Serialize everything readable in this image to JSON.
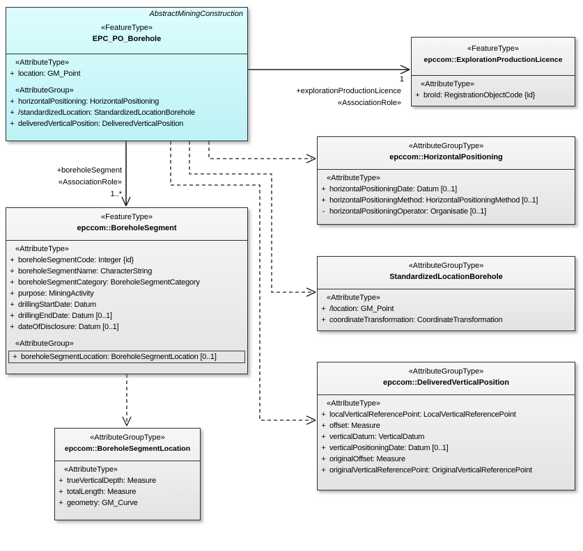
{
  "classes": {
    "borehole": {
      "annotation": "AbstractMiningConstruction",
      "stereotype": "«FeatureType»",
      "name": "EPC_PO_Borehole",
      "h1": "«AttributeType»",
      "h2": "«AttributeGroup»",
      "rows1": [
        {
          "v": "+",
          "t": "location: GM_Point"
        }
      ],
      "rows2": [
        {
          "v": "+",
          "t": "horizontalPositioning: HorizontalPositioning"
        },
        {
          "v": "+",
          "t": "/standardizedLocation: StandardizedLocationBorehole"
        },
        {
          "v": "+",
          "t": "deliveredVerticalPosition: DeliveredVerticalPosition"
        }
      ]
    },
    "licence": {
      "stereotype": "«FeatureType»",
      "name": "epccom::ExplorationProductionLicence",
      "h1": "«AttributeType»",
      "rows1": [
        {
          "v": "+",
          "t": "broId: RegistrationObjectCode {id}"
        }
      ]
    },
    "horizontal": {
      "stereotype": "«AttributeGroupType»",
      "name": "epccom::HorizontalPositioning",
      "h1": "«AttributeType»",
      "rows1": [
        {
          "v": "+",
          "t": "horizontalPositioningDate: Datum [0..1]"
        },
        {
          "v": "+",
          "t": "horizontalPositioningMethod: HorizontalPositioningMethod [0..1]"
        },
        {
          "v": "-",
          "t": "horizontalPositioningOperator: Organisatie [0..1]"
        }
      ]
    },
    "standardized": {
      "stereotype": "«AttributeGroupType»",
      "name": "StandardizedLocationBorehole",
      "h1": "«AttributeType»",
      "rows1": [
        {
          "v": "+",
          "t": "/location: GM_Point"
        },
        {
          "v": "+",
          "t": "coordinateTransformation: CoordinateTransformation"
        }
      ]
    },
    "delivered": {
      "stereotype": "«AttributeGroupType»",
      "name": "epccom::DeliveredVerticalPosition",
      "h1": "«AttributeType»",
      "rows1": [
        {
          "v": "+",
          "t": "localVerticalReferencePoint: LocalVerticalReferencePoint"
        },
        {
          "v": "+",
          "t": "offset: Measure"
        },
        {
          "v": "+",
          "t": "verticalDatum: VerticalDatum"
        },
        {
          "v": "+",
          "t": "verticalPositioningDate: Datum [0..1]"
        },
        {
          "v": "+",
          "t": "originalOffset: Measure"
        },
        {
          "v": "+",
          "t": "originalVerticalReferencePoint: OriginalVerticalReferencePoint"
        }
      ]
    },
    "segment": {
      "stereotype": "«FeatureType»",
      "name": "epccom::BoreholeSegment",
      "h1": "«AttributeType»",
      "h2": "«AttributeGroup»",
      "rows1": [
        {
          "v": "+",
          "t": "boreholeSegmentCode: Integer {id}"
        },
        {
          "v": "+",
          "t": "boreholeSegmentName: CharacterString"
        },
        {
          "v": "+",
          "t": "boreholeSegmentCategory: BoreholeSegmentCategory"
        },
        {
          "v": "+",
          "t": "purpose: MiningActivity"
        },
        {
          "v": "+",
          "t": "drillingStartDate: Datum"
        },
        {
          "v": "+",
          "t": "drillingEndDate: Datum [0..1]"
        },
        {
          "v": "+",
          "t": "dateOfDisclosure: Datum [0..1]"
        }
      ],
      "rows2": [
        {
          "v": "+",
          "t": "boreholeSegmentLocation: BoreholeSegmentLocation [0..1]"
        }
      ]
    },
    "segloc": {
      "stereotype": "«AttributeGroupType»",
      "name": "epccom::BoreholeSegmentLocation",
      "h1": "«AttributeType»",
      "rows1": [
        {
          "v": "+",
          "t": "trueVerticalDepth: Measure"
        },
        {
          "v": "+",
          "t": "totalLength: Measure"
        },
        {
          "v": "+",
          "t": "geometry: GM_Curve"
        }
      ]
    }
  },
  "edges": {
    "licence": {
      "multiplicity": "1",
      "role": "+explorationProductionLicence",
      "stereotype": "«AssociationRole»"
    },
    "segment": {
      "role": "+boreholeSegment",
      "stereotype": "«AssociationRole»",
      "multiplicity": "1..*"
    }
  },
  "colors": {
    "highlight_fill": "#bdf2f5",
    "box_fill": "#ececec",
    "border": "#2e2e2e",
    "line": "#1a1a1a"
  }
}
